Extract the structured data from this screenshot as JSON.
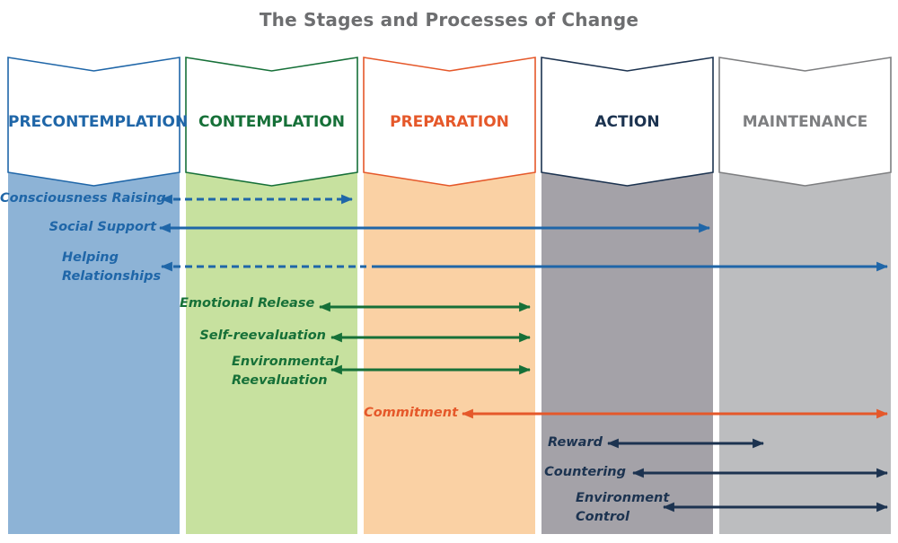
{
  "title": "The Stages and Processes of Change",
  "colors": {
    "precontemplation": "#1f66a8",
    "contemplation": "#167038",
    "preparation": "#e5582a",
    "action": "#1c3350",
    "maintenance": "#7d7e80",
    "fill_precontemplation": "#8db3d6",
    "fill_contemplation": "#c7e19f",
    "fill_preparation": "#fad1a4",
    "fill_action": "#a4a2a8",
    "fill_maintenance": "#bcbdbf"
  },
  "stages": [
    {
      "name": "PRECONTEMPLATION"
    },
    {
      "name": "CONTEMPLATION"
    },
    {
      "name": "PREPARATION"
    },
    {
      "name": "ACTION"
    },
    {
      "name": "MAINTENANCE"
    }
  ],
  "processes": [
    {
      "label": "Consciousness Raising",
      "color": "precontemplation",
      "from": "PRECONTEMPLATION",
      "to": "CONTEMPLATION",
      "style": "dashed"
    },
    {
      "label": "Social Support",
      "color": "precontemplation",
      "from": "PRECONTEMPLATION",
      "to": "ACTION",
      "style": "solid"
    },
    {
      "label_lines": [
        "Helping",
        "Relationships"
      ],
      "color": "precontemplation",
      "from": "PRECONTEMPLATION",
      "to": "MAINTENANCE",
      "style": "dashed then solid"
    },
    {
      "label": "Emotional Release",
      "color": "contemplation",
      "from": "CONTEMPLATION",
      "to": "PREPARATION",
      "style": "solid"
    },
    {
      "label": "Self-reevaluation",
      "color": "contemplation",
      "from": "CONTEMPLATION",
      "to": "PREPARATION",
      "style": "solid"
    },
    {
      "label_lines": [
        "Environmental",
        "Reevaluation"
      ],
      "color": "contemplation",
      "from": "CONTEMPLATION",
      "to": "PREPARATION",
      "style": "solid"
    },
    {
      "label": "Commitment",
      "color": "preparation",
      "from": "PREPARATION",
      "to": "MAINTENANCE",
      "style": "solid"
    },
    {
      "label": "Reward",
      "color": "action",
      "from": "ACTION",
      "to": "MAINTENANCE",
      "style": "solid"
    },
    {
      "label": "Countering",
      "color": "action",
      "from": "ACTION",
      "to": "MAINTENANCE",
      "style": "solid"
    },
    {
      "label_lines": [
        "Environment",
        "Control"
      ],
      "color": "action",
      "from": "ACTION",
      "to": "MAINTENANCE",
      "style": "solid"
    }
  ]
}
